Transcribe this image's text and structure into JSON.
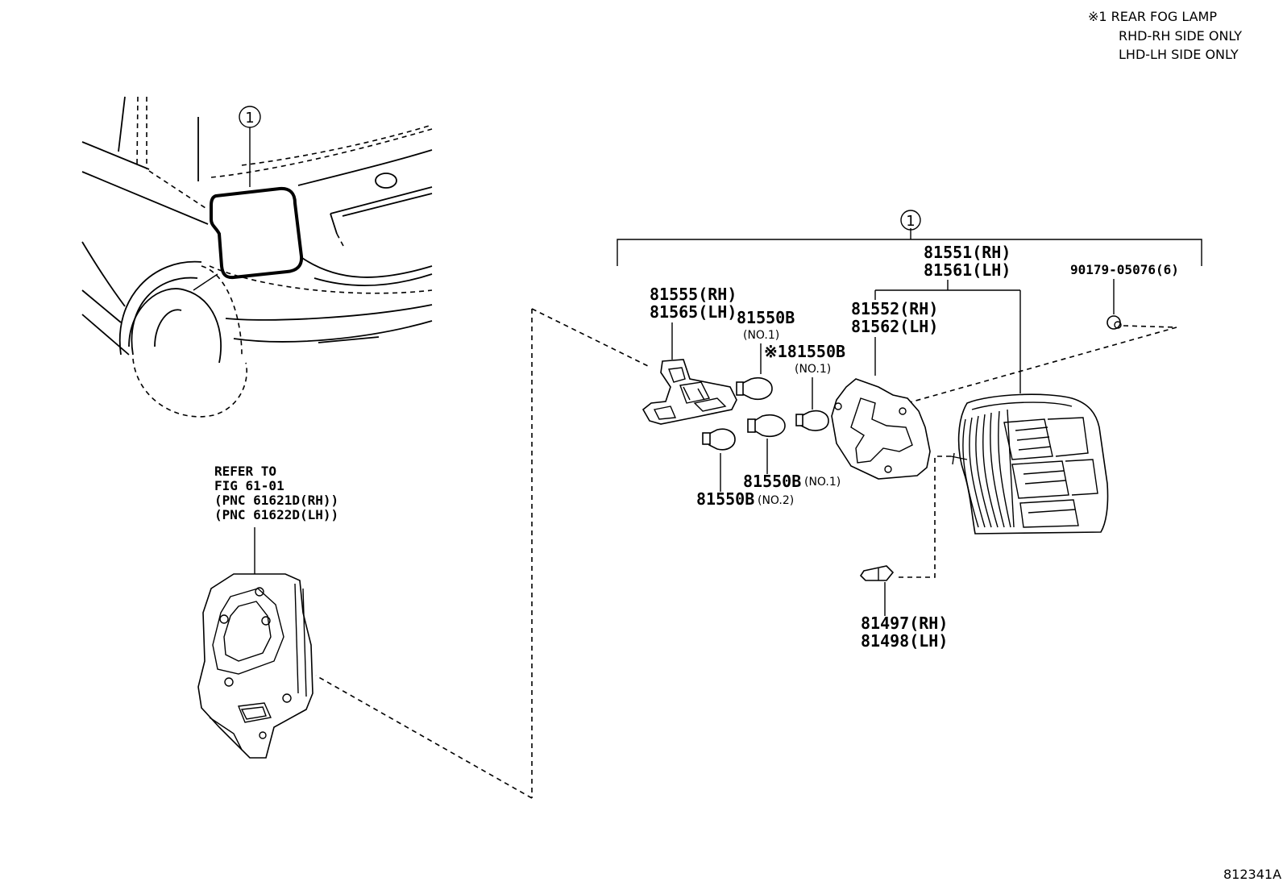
{
  "notes": {
    "line1": "※1 REAR FOG LAMP",
    "line2": "RHD-RH SIDE ONLY",
    "line3": "LHD-LH SIDE ONLY"
  },
  "callouts": {
    "car_ref": "1",
    "assembly_ref": "1"
  },
  "refer": {
    "line1": "REFER TO",
    "line2": "FIG 61-01",
    "line3": "(PNC 61621D(RH))",
    "line4": "(PNC 61622D(LH))"
  },
  "parts": {
    "p81551": "81551(RH)",
    "p81561": "81561(LH)",
    "p90179": "90179-05076(6)",
    "p81555": "81555(RH)",
    "p81565": "81565(LH)",
    "p81550b_top": "81550B",
    "p81550b_top_sub": "(NO.1)",
    "p81550b_fog": "※181550B",
    "p81550b_fog_sub": "(NO.1)",
    "p81552": "81552(RH)",
    "p81562": "81562(LH)",
    "p81550b_mid": "81550B",
    "p81550b_mid_sub": "(NO.1)",
    "p81550b_low": "81550B",
    "p81550b_low_sub": "(NO.2)",
    "p81497": "81497(RH)",
    "p81498": "81498(LH)"
  },
  "figure_id": "812341A"
}
